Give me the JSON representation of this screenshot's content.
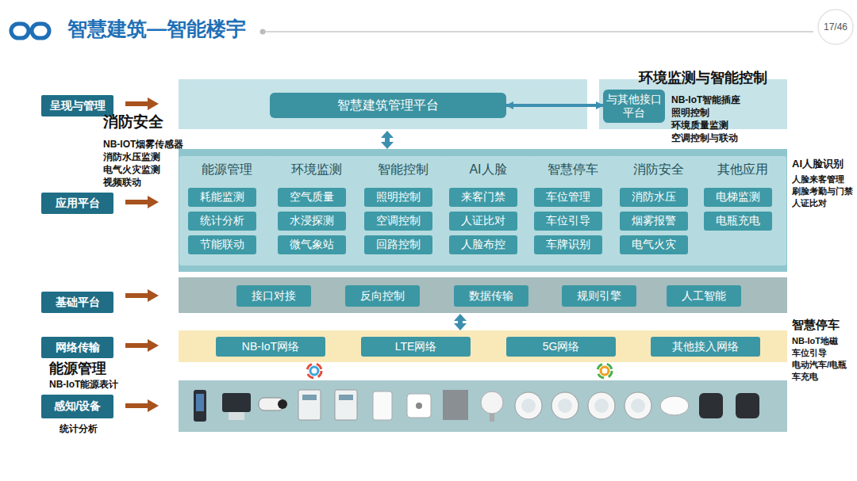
{
  "diagram": {
    "title": "智慧建筑—智能楼宇",
    "nodes": [
      {
        "text": [
          "呈现与管理"
        ]
      },
      {
        "text": [
          "智慧建筑管理平台"
        ]
      },
      {
        "text": [
          "与其他接口平台"
        ]
      },
      {
        "text": [
          "应用平台"
        ]
      },
      {
        "text": [
          "能源管理"
        ]
      },
      {
        "text": [
          "耗能监测"
        ],
        "in": 4
      },
      {
        "text": [
          "统计分析"
        ],
        "in": 4
      },
      {
        "text": [
          "节能联动"
        ],
        "in": 4
      },
      {
        "text": [
          "环境监测"
        ]
      },
      {
        "text": [
          "空气质量"
        ],
        "in": 8
      },
      {
        "text": [
          "水浸探测"
        ],
        "in": 8
      },
      {
        "text": [
          "微气象站"
        ],
        "in": 8
      },
      {
        "text": [
          "智能控制"
        ]
      },
      {
        "text": [
          "照明控制"
        ],
        "in": 12
      },
      {
        "text": [
          "空调控制"
        ],
        "in": 12
      },
      {
        "text": [
          "回路控制"
        ],
        "in": 12
      },
      {
        "text": [
          "AI人脸"
        ]
      },
      {
        "text": [
          "来客门禁"
        ],
        "in": 16
      },
      {
        "text": [
          "人证比对"
        ],
        "in": 16
      },
      {
        "text": [
          "人脸布控"
        ],
        "in": 16
      },
      {
        "text": [
          "智慧停车"
        ]
      },
      {
        "text": [
          "车位管理"
        ],
        "in": 20
      },
      {
        "text": [
          "车位引导"
        ],
        "in": 20
      },
      {
        "text": [
          "车牌识别"
        ],
        "in": 20
      },
      {
        "text": [
          "消防安全"
        ]
      },
      {
        "text": [
          "消防水压"
        ],
        "in": 24
      },
      {
        "text": [
          "烟雾报警"
        ],
        "in": 24
      },
      {
        "text": [
          "电气火灾"
        ],
        "in": 24
      },
      {
        "text": [
          "其他应用"
        ]
      },
      {
        "text": [
          "电梯监测"
        ],
        "in": 28
      },
      {
        "text": [
          "电瓶充电"
        ],
        "in": 28
      },
      {
        "text": [
          "基础平台"
        ]
      },
      {
        "text": [
          "接口对接"
        ]
      },
      {
        "text": [
          "反向控制"
        ]
      },
      {
        "text": [
          "数据传输"
        ]
      },
      {
        "text": [
          "规则引擎"
        ]
      },
      {
        "text": [
          "人工智能"
        ]
      },
      {
        "text": [
          "网络传输"
        ]
      },
      {
        "text": [
          "NB-IoT网络"
        ]
      },
      {
        "text": [
          "LTE网络"
        ]
      },
      {
        "text": [
          "5G网络"
        ]
      },
      {
        "text": [
          "其他接入网络"
        ]
      },
      {
        "text": [
          "感知/设备"
        ]
      }
    ],
    "edges": [
      {
        "from": 1,
        "to": 2,
        "arrow": "both"
      }
    ],
    "labels": [
      "17/46",
      "消防安全",
      "NB-IOT烟雾传感器",
      "消防水压监测",
      "电气火灾监测",
      "视频联动",
      "环境监测与智能控制",
      "NB-IoT智能插座",
      "照明控制",
      "环境质量监测",
      "空调控制与联动",
      "AI人脸识别",
      "人脸来客管理",
      "刷脸考勤与门禁",
      "人证比对",
      "能源管理",
      "NB-IoT能源表计",
      "统计分析",
      "智慧停车",
      "NB-IoT地磁",
      "车位引导",
      "电动汽车/电瓶车充电"
    ]
  }
}
